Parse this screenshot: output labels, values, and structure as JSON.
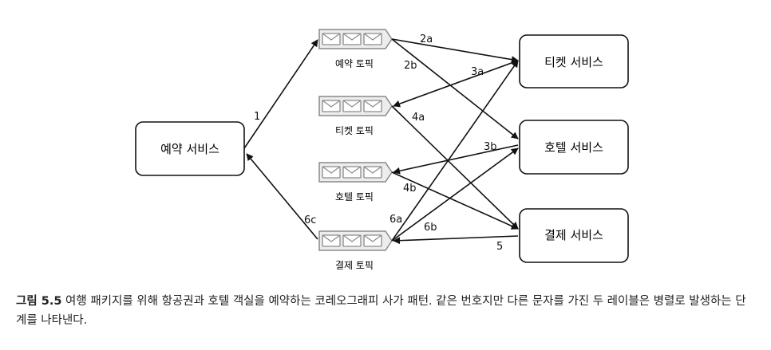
{
  "services": {
    "reservation": "예약 서비스",
    "ticket": "티켓 서비스",
    "hotel": "호텔 서비스",
    "payment": "결제 서비스"
  },
  "topics": {
    "reservation": "예약 토픽",
    "ticket": "티켓 토픽",
    "hotel": "호텔 토픽",
    "payment": "결제 토픽"
  },
  "edge_labels": {
    "e1": "1",
    "e2a": "2a",
    "e2b": "2b",
    "e3a": "3a",
    "e3b": "3b",
    "e4a": "4a",
    "e4b": "4b",
    "e5": "5",
    "e6a": "6a",
    "e6b": "6b",
    "e6c": "6c"
  },
  "caption": {
    "figure": "그림 5.5",
    "text": " 여행 패키지를 위해 항공권과 호텔 객실을 예약하는 코레오그래피 사가 패턴. 같은 번호지만 다른 문자를 가진 두 레이블은 병렬로 발생하는 단계를 나타낸다."
  }
}
